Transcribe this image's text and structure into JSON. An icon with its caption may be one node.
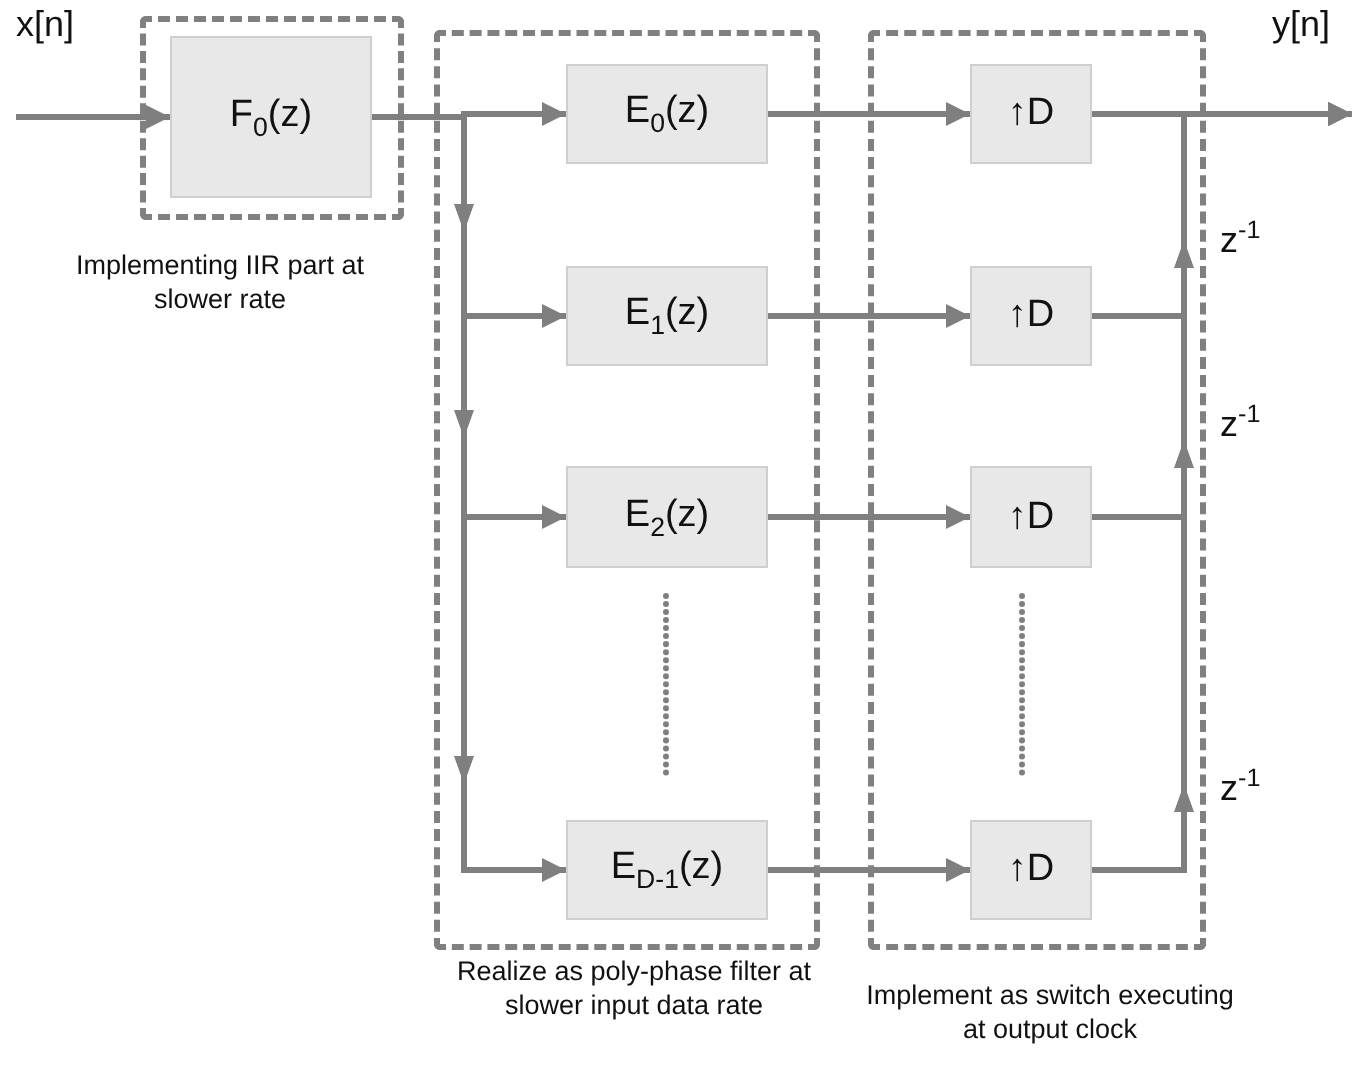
{
  "diagram": {
    "nodes": [
      {
        "text": [
          "Implementing IIR part at slower rate"
        ]
      },
      {
        "text": [
          "F$_{0}$(z)"
        ],
        "in": 0
      },
      {
        "text": [
          "Realize as poly-phase filter at slower input data rate"
        ]
      },
      {
        "text": [
          "E$_{0}$(z)"
        ],
        "in": 2
      },
      {
        "text": [
          "E$_{1}$(z)"
        ],
        "in": 2
      },
      {
        "text": [
          "E$_{2}$(z)"
        ],
        "in": 2
      },
      {
        "text": [
          "E$_{D-1}$(z)"
        ],
        "in": 2
      },
      {
        "text": [
          "Implement as switch executing at output clock"
        ]
      },
      {
        "text": [
          "↑D"
        ],
        "in": 7
      },
      {
        "text": [
          "↑D"
        ],
        "in": 7
      },
      {
        "text": [
          "↑D"
        ],
        "in": 7
      },
      {
        "text": [
          "↑D"
        ],
        "in": 7
      }
    ],
    "edges": [
      {
        "from": null,
        "to": 1,
        "arrow": "to"
      },
      {
        "from": 1,
        "to": 3,
        "arrow": "to"
      },
      {
        "from": 1,
        "to": 4,
        "arrow": "to"
      },
      {
        "from": 1,
        "to": 5,
        "arrow": "to"
      },
      {
        "from": 1,
        "to": 6,
        "arrow": "to"
      },
      {
        "from": 3,
        "to": 8,
        "arrow": "to"
      },
      {
        "from": 4,
        "to": 9,
        "arrow": "to"
      },
      {
        "from": 5,
        "to": 10,
        "arrow": "to"
      },
      {
        "from": 6,
        "to": 11,
        "arrow": "to"
      },
      {
        "from": 8,
        "to": null,
        "arrow": "to"
      },
      {
        "from": 9,
        "to": null,
        "arrow": "to"
      },
      {
        "from": 10,
        "to": null,
        "arrow": "to"
      },
      {
        "from": 11,
        "to": null,
        "arrow": "to"
      }
    ],
    "labels": [
      "x[n]",
      "y[n]",
      "z$^{-1}$",
      "z$^{-1}$",
      "z$^{-1}$"
    ]
  }
}
